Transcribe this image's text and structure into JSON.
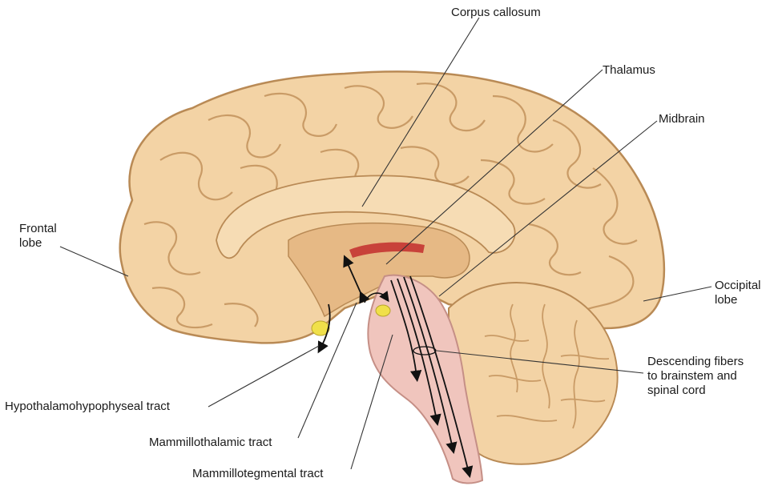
{
  "labels": {
    "corpus_callosum": "Corpus callosum",
    "thalamus": "Thalamus",
    "midbrain": "Midbrain",
    "frontal_lobe": "Frontal\nlobe",
    "occipital_lobe": "Occipital\nlobe",
    "descending_fibers": "Descending fibers\nto brainstem and\nspinal cord",
    "hypothalamohypophyseal_tract": "Hypothalamohypophyseal tract",
    "mammillothalamic_tract": "Mammillothalamic tract",
    "mammillotegmental_tract": "Mammillotegmental tract"
  },
  "colors": {
    "cortex": "#f3d3a5",
    "cortex_outline": "#b98a55",
    "inner_region": "#e6b985",
    "thalamus_band": "#c8423a",
    "brainstem": "#f0c5bd",
    "cerebellum": "#f3d3a5",
    "hypophysis": "#f0e04a",
    "leader_line": "#333333"
  }
}
